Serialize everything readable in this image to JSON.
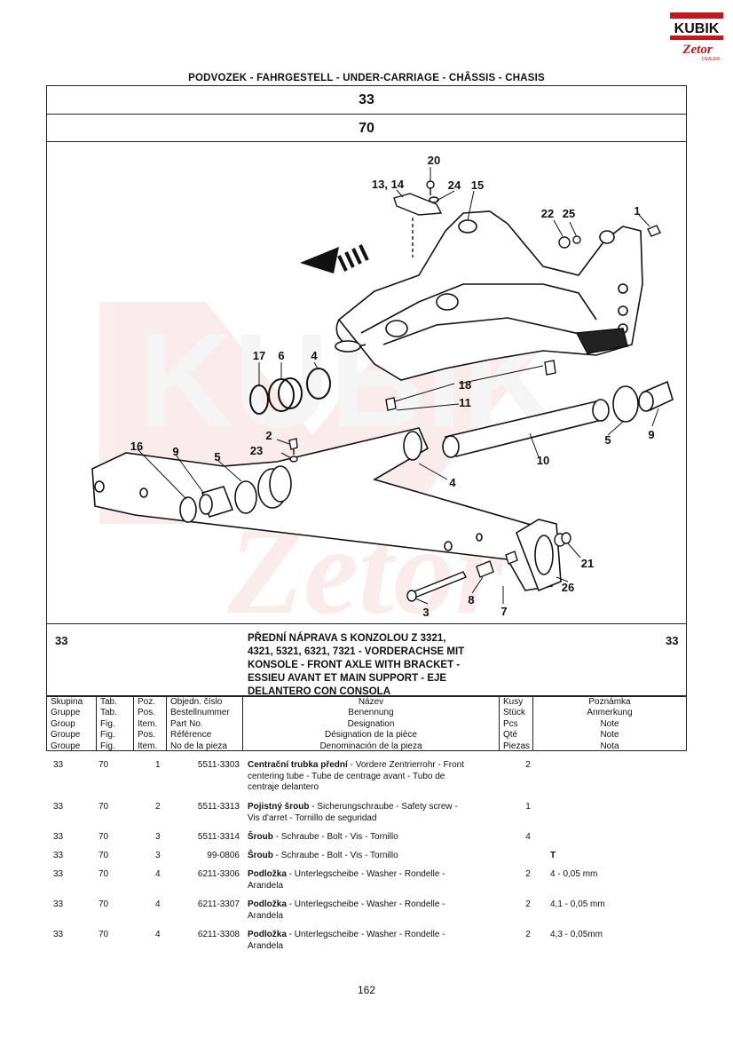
{
  "logo": {
    "brand": "KUBIK",
    "sub": "Zetor",
    "tag": "DEALER"
  },
  "header": {
    "title": "PODVOZEK - FAHRGESTELL - UNDER-CARRIAGE - CHÂSSIS - CHASIS",
    "group": "33",
    "table": "70"
  },
  "diagram": {
    "labels": [
      "20",
      "13, 14",
      "24",
      "15",
      "22",
      "25",
      "1",
      "17",
      "6",
      "4",
      "18",
      "11",
      "2",
      "23",
      "16",
      "9",
      "5",
      "4",
      "5",
      "10",
      "9",
      "4",
      "21",
      "26",
      "3",
      "8",
      "7"
    ]
  },
  "section": {
    "group_left": "33",
    "group_right": "33",
    "title_lines": [
      "PŘEDNÍ NÁPRAVA S KONZOLOU Z 3321,",
      "4321, 5321, 6321, 7321 - VORDERACHSE MIT",
      "KONSOLE - FRONT AXLE WITH BRACKET -",
      "ESSIEU AVANT ET MAIN SUPPORT - EJE",
      "DELANTERO CON CONSOLA"
    ]
  },
  "columns": {
    "group": [
      "Skupina",
      "Gruppe",
      "Group",
      "Groupe",
      "Groupe"
    ],
    "tab": [
      "Tab.",
      "Tab.",
      "Fig.",
      "Fig.",
      "Fig."
    ],
    "poz": [
      "Poz.",
      "Pos.",
      "Item.",
      "Pos.",
      "Item."
    ],
    "number": [
      "Objedn. číslo",
      "Bestellnummer",
      "Part No.",
      "Référence",
      "No de la pieza"
    ],
    "name": [
      "Název",
      "Benennung",
      "Designation",
      "Désignation de la pièce",
      "Denominación de la pieza"
    ],
    "pcs": [
      "Kusy",
      "Stück",
      "Pcs",
      "Qté",
      "Piezas"
    ],
    "note": [
      "Poznámka",
      "Anmerkung",
      "Note",
      "Note",
      "Nota"
    ]
  },
  "rows": [
    {
      "group": "33",
      "tab": "70",
      "poz": "1",
      "number": "5511-3303",
      "name_bold": "Centrační trubka přední",
      "name_rest": " - Vordere Zentrierrohr - Front",
      "name_lines": [
        "centering tube - Tube de centrage avant - Tubo de",
        "centraje delantero"
      ],
      "pcs": "2",
      "note": ""
    },
    {
      "group": "33",
      "tab": "70",
      "poz": "2",
      "number": "5511-3313",
      "name_bold": "Pojistný šroub",
      "name_rest": " - Sicherungschraube - Safety screw -",
      "name_lines": [
        "Vis d'arret - Tornillo de seguridad"
      ],
      "pcs": "1",
      "note": ""
    },
    {
      "group": "33",
      "tab": "70",
      "poz": "3",
      "number": "5511-3314",
      "name_bold": "Šroub",
      "name_rest": " - Schraube - Bolt - Vis - Tornillo",
      "name_lines": [],
      "pcs": "4",
      "note": ""
    },
    {
      "group": "33",
      "tab": "70",
      "poz": "3",
      "number": "99-0806",
      "name_bold": "Šroub",
      "name_rest": " - Schraube - Bolt - Vis - Tornillo",
      "name_lines": [],
      "pcs": "",
      "note": "T"
    },
    {
      "group": "33",
      "tab": "70",
      "poz": "4",
      "number": "6211-3306",
      "name_bold": "Podložka",
      "name_rest": " - Unterlegscheibe - Washer - Rondelle -",
      "name_lines": [
        "Arandela"
      ],
      "pcs": "2",
      "note": "4 - 0,05 mm"
    },
    {
      "group": "33",
      "tab": "70",
      "poz": "4",
      "number": "6211-3307",
      "name_bold": "Podložka",
      "name_rest": " - Unterlegscheibe - Washer - Rondelle -",
      "name_lines": [
        "Arandela"
      ],
      "pcs": "2",
      "note": "4,1 - 0,05  mm"
    },
    {
      "group": "33",
      "tab": "70",
      "poz": "4",
      "number": "6211-3308",
      "name_bold": "Podložka",
      "name_rest": " - Unterlegscheibe - Washer - Rondelle -",
      "name_lines": [
        "Arandela"
      ],
      "pcs": "2",
      "note": "4,3 - 0,05mm"
    }
  ],
  "page_number": "162"
}
